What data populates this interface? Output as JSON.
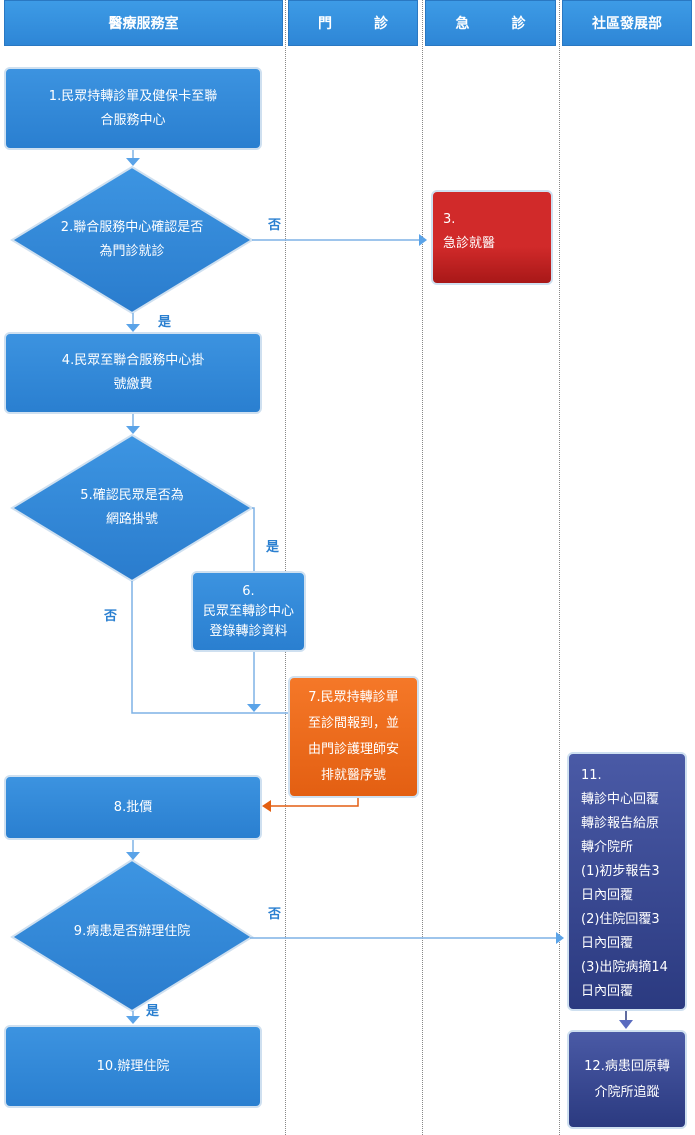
{
  "lanes": {
    "medical": "醫療服務室",
    "outpatient": "門　　　診",
    "emergency": "急　　　診",
    "community": "社區發展部"
  },
  "steps": {
    "s1": [
      "1.民眾持轉診單及健保卡至聯",
      "合服務中心"
    ],
    "s2": [
      "2.聯合服務中心確認是否",
      "為門診就診"
    ],
    "s3": [
      "3.",
      "急診就醫"
    ],
    "s4": [
      "4.民眾至聯合服務中心掛",
      "號繳費"
    ],
    "s5": [
      "5.確認民眾是否為",
      "網路掛號"
    ],
    "s6": [
      "6.",
      "民眾至轉診中心",
      "登錄轉診資料"
    ],
    "s7": [
      "7.民眾持轉診單",
      "至診間報到，並",
      "由門診護理師安",
      "排就醫序號"
    ],
    "s8": [
      "8.批價"
    ],
    "s9": [
      "9.病患是否辦理住院"
    ],
    "s10": [
      "10.辦理住院"
    ],
    "s11": [
      "11.",
      "轉診中心回覆",
      "轉診報告給原",
      "轉介院所",
      "(1)初步報告3",
      "日內回覆",
      "(2)住院回覆3",
      "日內回覆",
      "(3)出院病摘14",
      "日內回覆"
    ],
    "s12": [
      "12.病患回原轉",
      "介院所追蹤"
    ]
  },
  "labels": {
    "yes": "是",
    "no": "否"
  },
  "colors": {
    "blue": "#2e86d6",
    "red": "#c62424",
    "orange": "#f06c1e",
    "navy": "#34448e",
    "connector": "#7fb2e5"
  }
}
